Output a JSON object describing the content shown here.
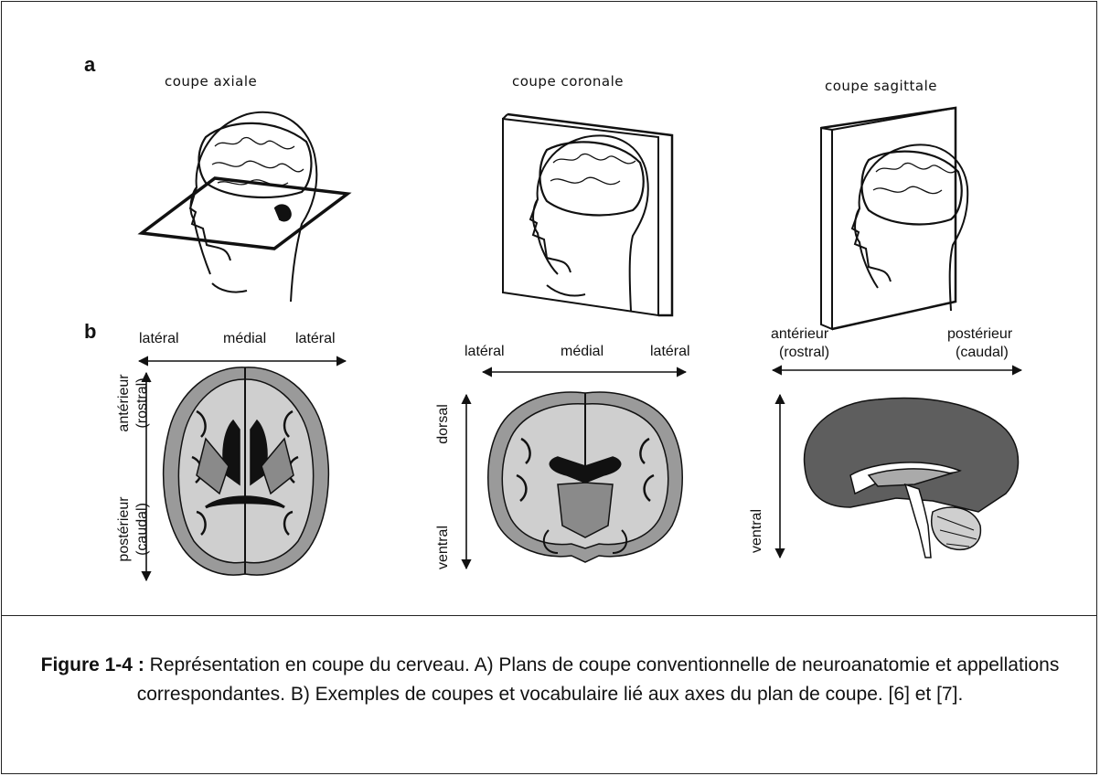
{
  "panels": {
    "a": {
      "letter": "a",
      "titles": {
        "axial": "coupe axiale",
        "coronal": "coupe coronale",
        "sagittal": "coupe sagittale"
      }
    },
    "b": {
      "letter": "b",
      "axial": {
        "left": "latéral",
        "middle": "médial",
        "right": "latéral",
        "top_v": "antérieur",
        "top_v2": "(rostral)",
        "bottom_v": "postérieur",
        "bottom_v2": "(caudal)"
      },
      "coronal": {
        "left": "latéral",
        "middle": "médial",
        "right": "latéral",
        "top_v": "dorsal",
        "bottom_v": "ventral"
      },
      "sagittal": {
        "left": "antérieur",
        "left2": "(rostral)",
        "right": "postérieur",
        "right2": "(caudal)",
        "bottom_v": "ventral"
      }
    }
  },
  "caption": {
    "label": "Figure 1-4 :",
    "text": " Représentation en coupe du cerveau. A) Plans de coupe conventionnelle de neuroanatomie et appellations correspondantes. B) Exemples de coupes et vocabulaire lié aux axes du plan de coupe. [6] et [7]."
  },
  "colors": {
    "line": "#111111",
    "brain_gray": "#9a9a9a",
    "brain_light": "#cfcfcf",
    "brain_dark": "#5e5e5e"
  }
}
